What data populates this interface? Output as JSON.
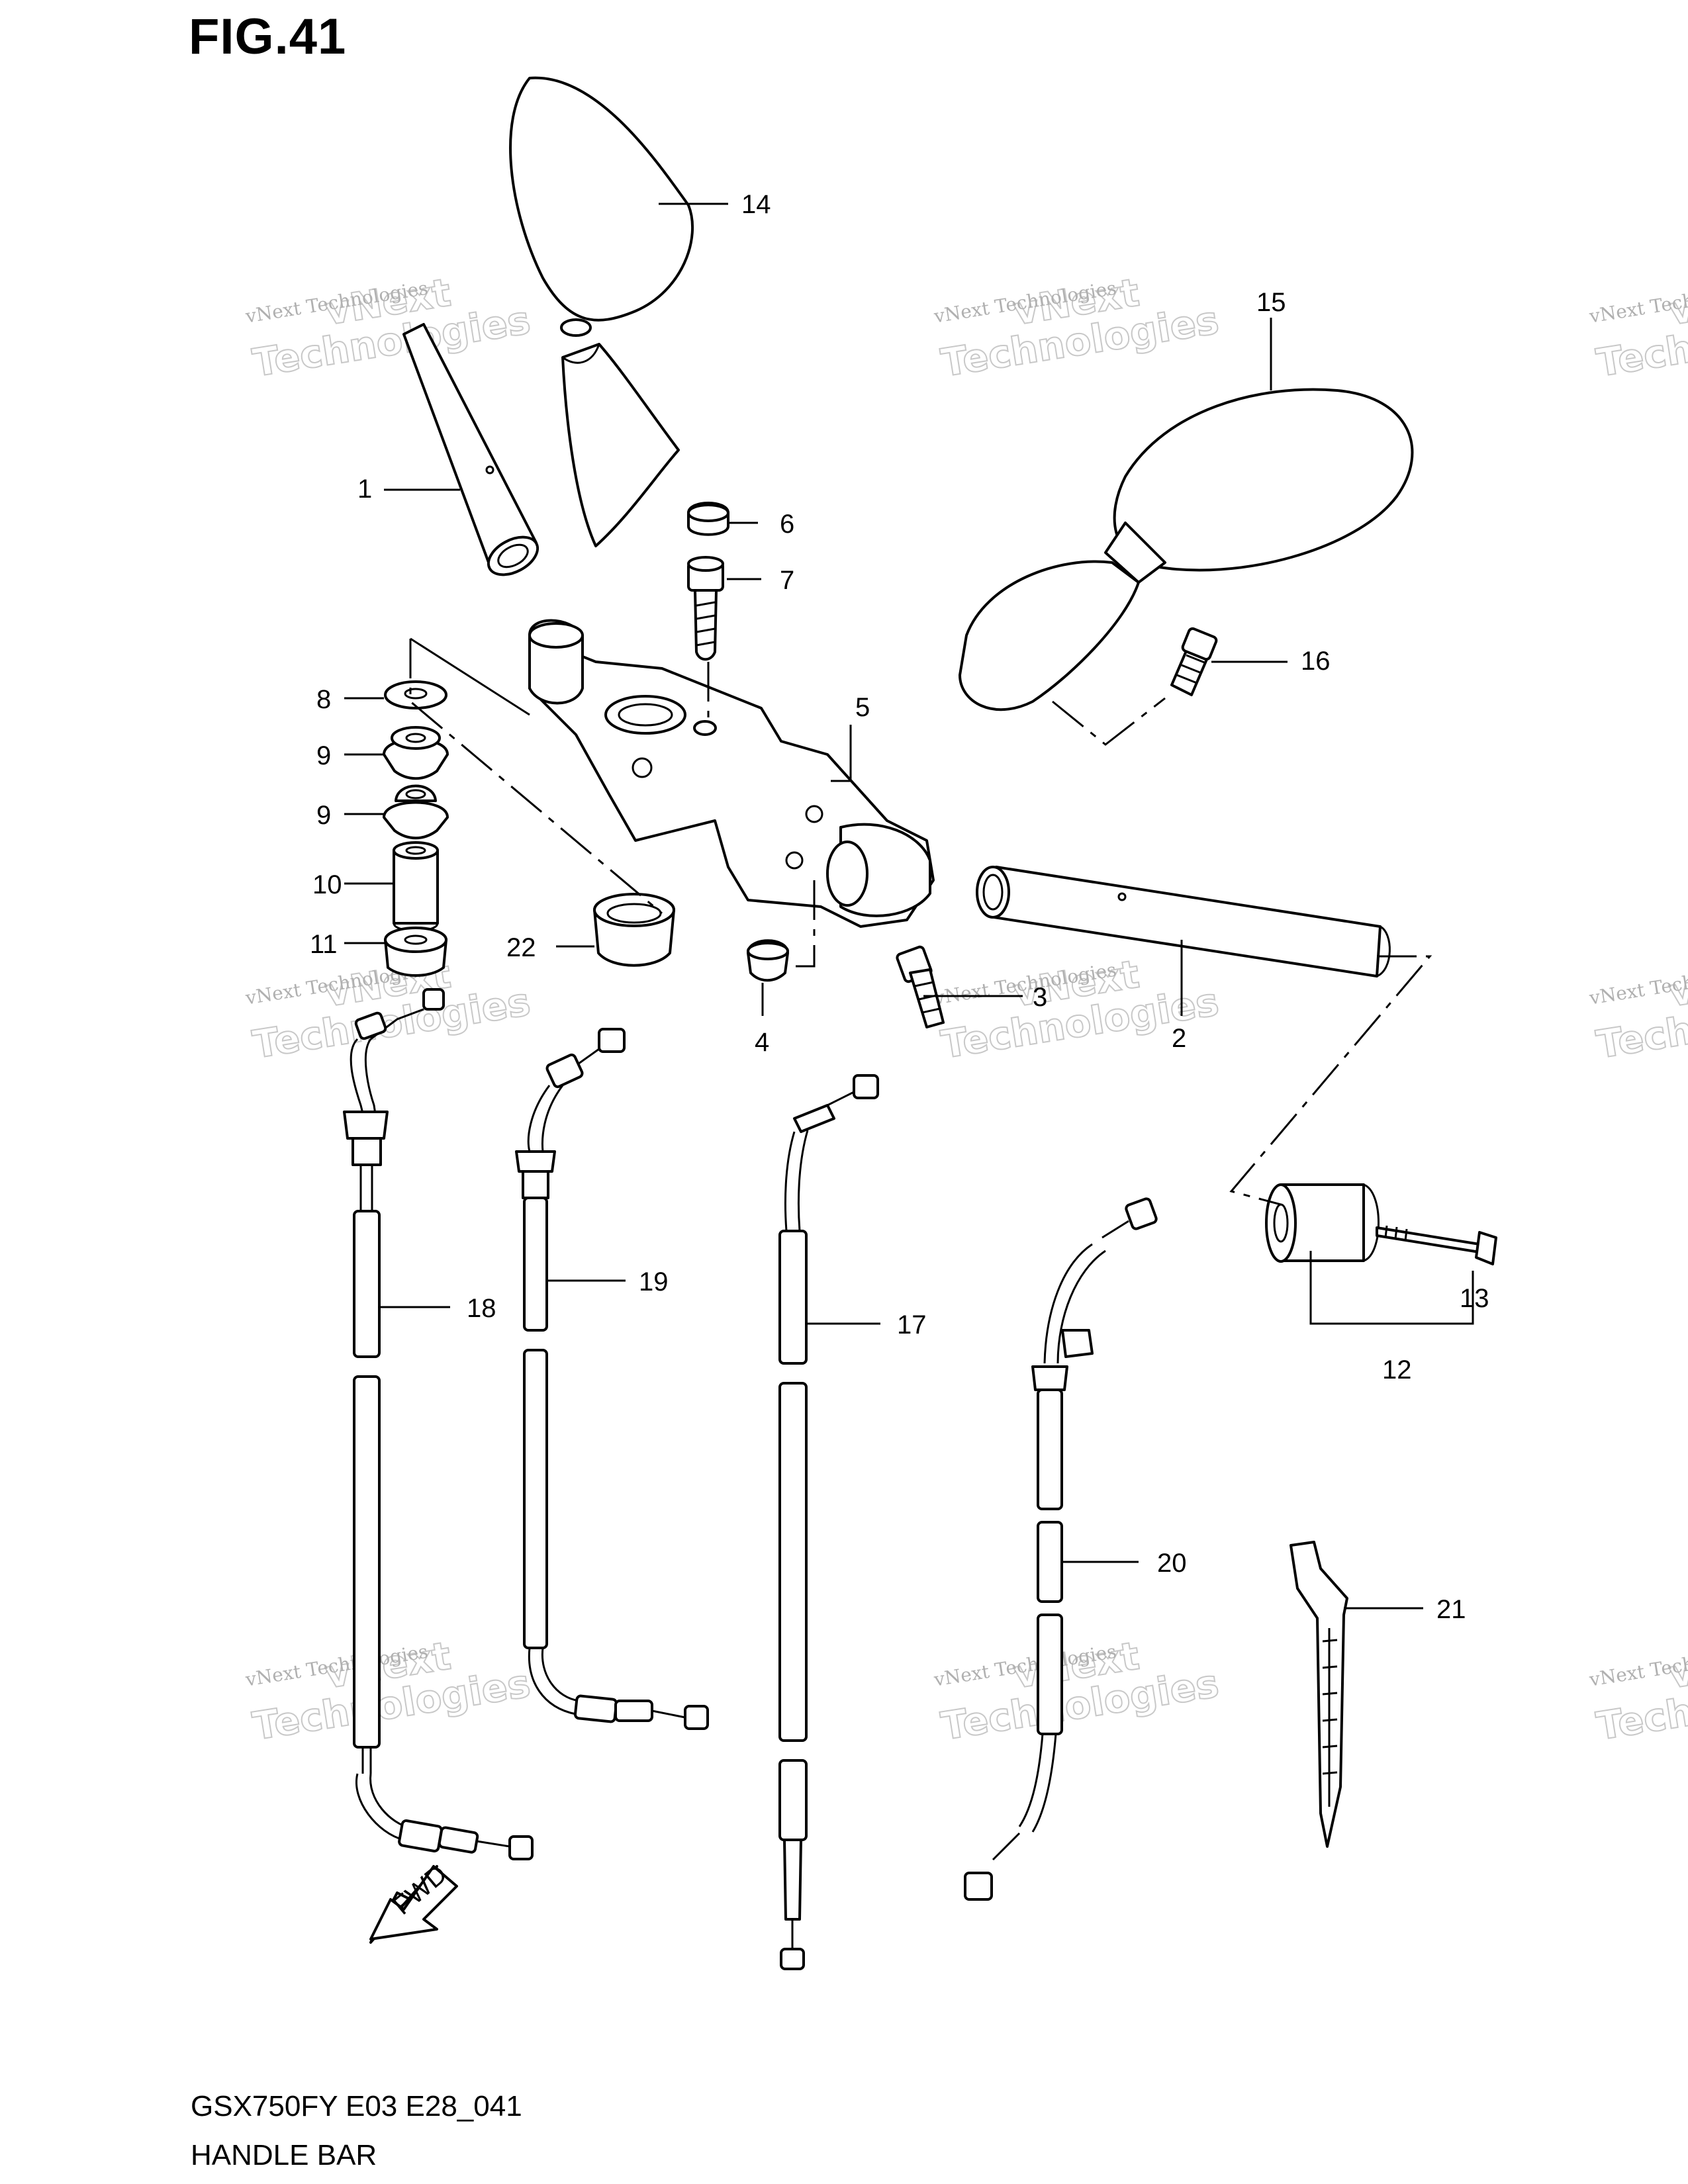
{
  "figure": {
    "title": "FIG.41",
    "model_code": "GSX750FY E03 E28_041",
    "section_name": "HANDLE BAR",
    "forward_marker": "FWD"
  },
  "watermark": {
    "line1": "vNext Technologies",
    "line2": "vNext",
    "line3": "Technologies"
  },
  "callouts": [
    {
      "id": "1",
      "part": "handlebar-left"
    },
    {
      "id": "2",
      "part": "handlebar-right"
    },
    {
      "id": "3",
      "part": "bolt"
    },
    {
      "id": "4",
      "part": "cap"
    },
    {
      "id": "5",
      "part": "handlebar-holder"
    },
    {
      "id": "6",
      "part": "cap"
    },
    {
      "id": "7",
      "part": "bolt"
    },
    {
      "id": "8",
      "part": "washer"
    },
    {
      "id": "9",
      "part": "cushion"
    },
    {
      "id": "9",
      "part": "cushion"
    },
    {
      "id": "10",
      "part": "spacer"
    },
    {
      "id": "11",
      "part": "nut"
    },
    {
      "id": "12",
      "part": "balancer-set"
    },
    {
      "id": "13",
      "part": "screw"
    },
    {
      "id": "14",
      "part": "mirror-left"
    },
    {
      "id": "15",
      "part": "mirror-right"
    },
    {
      "id": "16",
      "part": "bolt"
    },
    {
      "id": "17",
      "part": "cable"
    },
    {
      "id": "18",
      "part": "cable"
    },
    {
      "id": "19",
      "part": "cable"
    },
    {
      "id": "20",
      "part": "cable"
    },
    {
      "id": "21",
      "part": "clamp"
    },
    {
      "id": "22",
      "part": "grommet"
    }
  ]
}
